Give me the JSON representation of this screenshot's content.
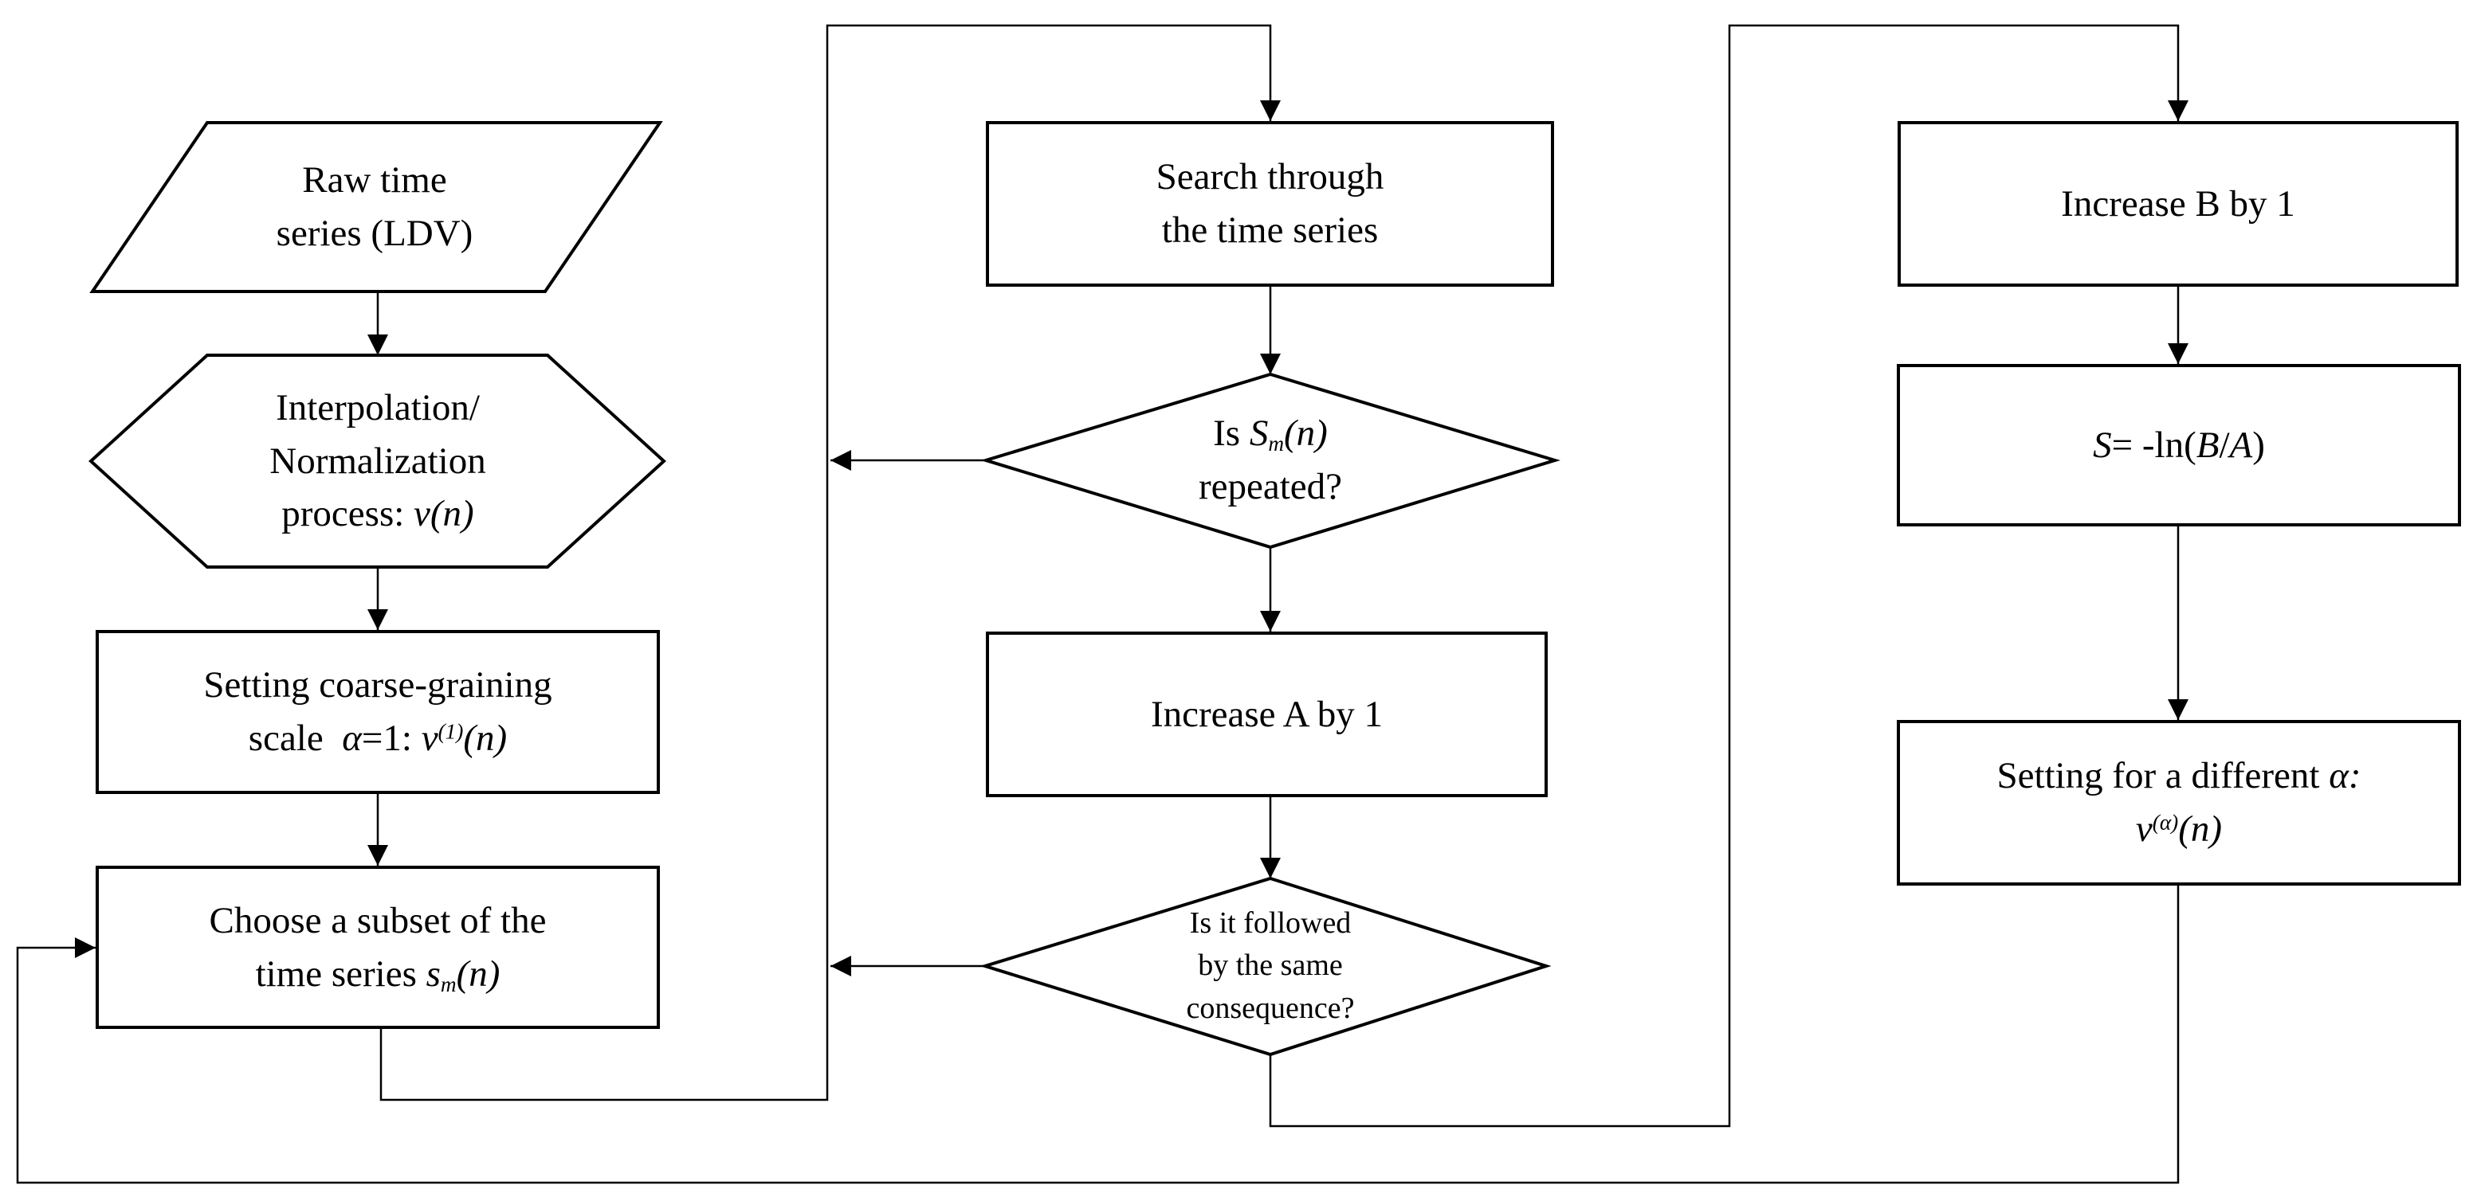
{
  "colors": {
    "line": "#000000",
    "shape_fill": "#ffffff",
    "text": "#000000",
    "background": "#ffffff"
  },
  "nodes": {
    "raw": {
      "line1": "Raw time",
      "line2": "series (LDV)"
    },
    "interp": {
      "line1": "Interpolation/",
      "line2": "Normalization",
      "line3_text": "process: ",
      "line3_math": "v(n)"
    },
    "scale": {
      "line1": "Setting coarse-graining",
      "l2_text": "scale  ",
      "l2_alpha": "α",
      "l2_eq": "=1: ",
      "l2_v": "v",
      "l2_sup": "(1)",
      "l2_n": "(n)"
    },
    "choose": {
      "line1": "Choose a subset of the",
      "l2_text": "time series ",
      "l2_s": "s",
      "l2_sub": "m",
      "l2_n": "(n)"
    },
    "search": {
      "line1": "Search through",
      "line2": "the time series"
    },
    "d1": {
      "l1_text": "Is ",
      "l1_S": "S",
      "l1_sub": "m",
      "l1_n": "(n)",
      "line2": "repeated?"
    },
    "incA": {
      "label": "Increase A by 1"
    },
    "d2": {
      "line1": "Is it followed",
      "line2": "by the same",
      "line3": "consequence?"
    },
    "incB": {
      "label": "Increase B by 1"
    },
    "sln": {
      "S": "S",
      "eq": "= -ln(",
      "B": "B",
      "slash": "/",
      "A": "A",
      "close": ")"
    },
    "alpha": {
      "l1_text": "Setting for a different ",
      "l1_alpha": "α",
      "l1_colon": ":",
      "l2_v": "v",
      "l2_sup": "(α)",
      "l2_n": "(n)"
    }
  },
  "edges": [
    {
      "from": "raw-time-series",
      "to": "interpolation-normalization"
    },
    {
      "from": "interpolation-normalization",
      "to": "setting-coarse-graining"
    },
    {
      "from": "setting-coarse-graining",
      "to": "choose-subset"
    },
    {
      "from": "choose-subset",
      "to": "search-time-series"
    },
    {
      "from": "search-time-series",
      "to": "is-sm-repeated"
    },
    {
      "from": "is-sm-repeated",
      "to": "search-time-series",
      "kind": "loop-left"
    },
    {
      "from": "is-sm-repeated",
      "to": "increase-a"
    },
    {
      "from": "increase-a",
      "to": "is-followed-same-consequence"
    },
    {
      "from": "is-followed-same-consequence",
      "to": "search-time-series",
      "kind": "loop-left"
    },
    {
      "from": "is-followed-same-consequence",
      "to": "increase-b"
    },
    {
      "from": "increase-b",
      "to": "s-entropy"
    },
    {
      "from": "s-entropy",
      "to": "setting-different-alpha"
    },
    {
      "from": "setting-different-alpha",
      "to": "choose-subset",
      "kind": "loop-bottom"
    }
  ]
}
